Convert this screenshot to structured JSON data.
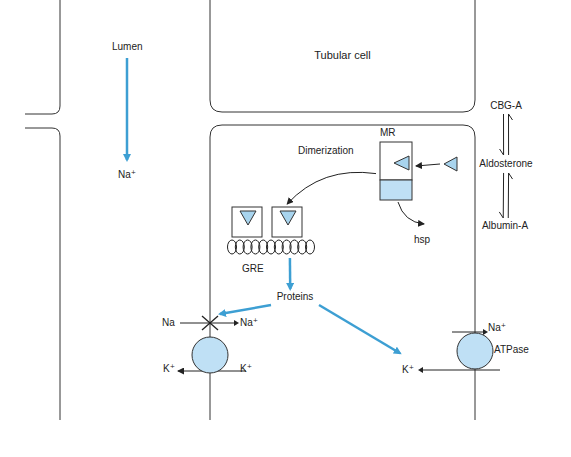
{
  "diagram": {
    "nodes": [
      {
        "text": [
          "Tubular cell"
        ]
      },
      {
        "text": [
          "CBG-A"
        ]
      },
      {
        "text": [
          "Aldosterone"
        ]
      },
      {
        "text": [
          "Albumin-A"
        ]
      },
      {
        "text": [
          "MR"
        ]
      },
      {
        "text": [
          "GRE"
        ]
      },
      {
        "text": [
          "Proteins"
        ]
      },
      {
        "text": [
          "Na",
          "Na⁺"
        ]
      },
      {
        "text": [
          "Na⁺",
          "ATPase",
          "K⁺"
        ]
      }
    ],
    "edges": [
      {
        "from": 1,
        "to": 2,
        "arrow": "both"
      },
      {
        "from": 2,
        "to": 3,
        "arrow": "both"
      },
      {
        "from": 2,
        "to": 4,
        "arrow": "to"
      },
      {
        "from": 4,
        "to": 5,
        "label": "Dimerization",
        "arrow": "to"
      },
      {
        "from": 5,
        "to": 6,
        "arrow": "to"
      },
      {
        "from": 6,
        "to": 7,
        "arrow": "to"
      },
      {
        "from": 6,
        "to": 8,
        "arrow": "to"
      }
    ],
    "labels": [
      "Lumen",
      "Na⁺",
      "hsp",
      "K⁺",
      "K⁺"
    ]
  }
}
